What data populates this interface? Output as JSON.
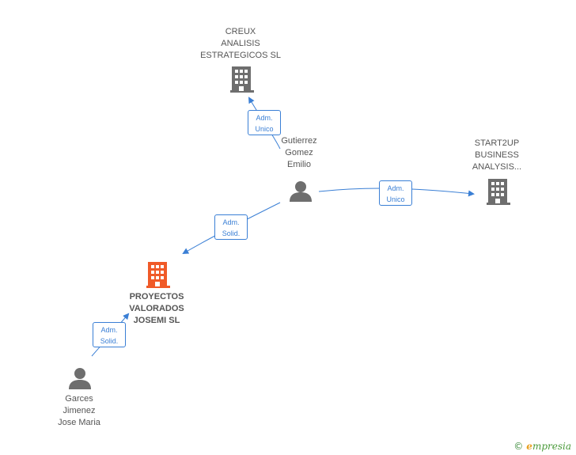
{
  "nodes": {
    "creux": {
      "lines": [
        "CREUX",
        "ANALISIS",
        "ESTRATEGICOS SL"
      ]
    },
    "start2up": {
      "lines": [
        "START2UP",
        "BUSINESS",
        "ANALYSIS..."
      ]
    },
    "gutierrez": {
      "lines": [
        "Gutierrez",
        "Gomez",
        "Emilio"
      ]
    },
    "proyectos": {
      "lines": [
        "PROYECTOS",
        "VALORADOS",
        "JOSEMI SL"
      ]
    },
    "garces": {
      "lines": [
        "Garces",
        "Jimenez",
        "Jose Maria"
      ]
    }
  },
  "edges": {
    "gutierrez_creux": {
      "lines": [
        "Adm.",
        "Unico"
      ]
    },
    "gutierrez_start2up": {
      "lines": [
        "Adm.",
        "Unico"
      ]
    },
    "gutierrez_proyectos": {
      "lines": [
        "Adm.",
        "Solid."
      ]
    },
    "garces_proyectos": {
      "lines": [
        "Adm.",
        "Solid."
      ]
    }
  },
  "colors": {
    "edge": "#3a7fd5",
    "company": "#6e6e6e",
    "focus_company": "#f05a28",
    "person": "#6e6e6e"
  },
  "watermark": {
    "copyright": "©",
    "brand_initial": "e",
    "brand_rest": "mpresia"
  }
}
